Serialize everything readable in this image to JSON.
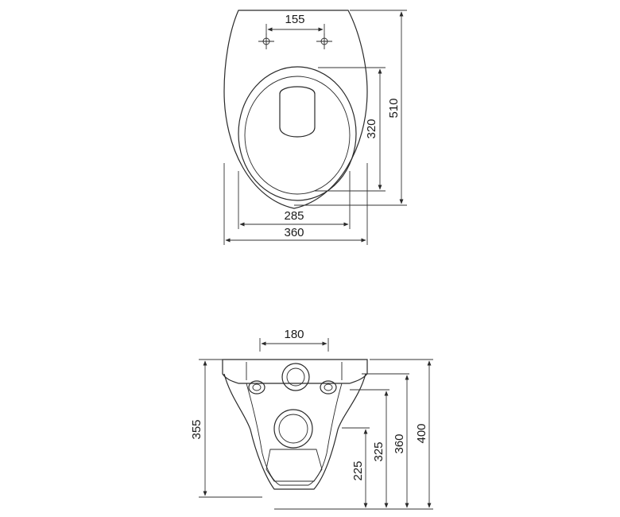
{
  "colors": {
    "ink": "#2a2a2a",
    "background": "#ffffff"
  },
  "top_view": {
    "dims": {
      "bolt_spacing": "155",
      "seat_width": "285",
      "overall_width": "360",
      "bowl_length": "320",
      "overall_length": "510"
    }
  },
  "front_view": {
    "dims": {
      "bolt_spacing": "180",
      "height_355": "355",
      "height_225": "225",
      "height_325": "325",
      "height_360": "360",
      "height_400": "400"
    }
  }
}
